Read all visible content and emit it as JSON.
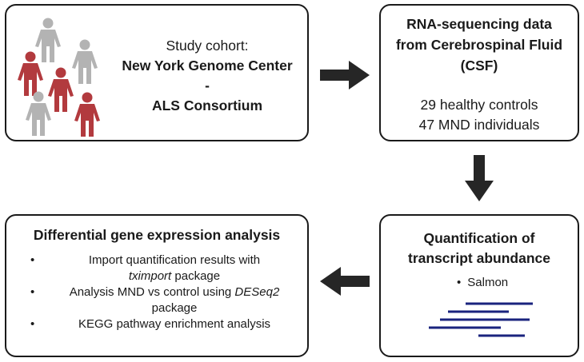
{
  "cohort": {
    "line1": "Study cohort:",
    "line2": "New York Genome Center",
    "line3": "-",
    "line4": "ALS Consortium"
  },
  "rna": {
    "title_lines": [
      "RNA-sequencing data",
      "from Cerebrospinal Fluid",
      "(CSF)"
    ],
    "count_lines": [
      "29 healthy controls",
      "47 MND individuals"
    ]
  },
  "quantification": {
    "title_lines": [
      "Quantification of",
      "transcript abundance"
    ],
    "bullet": "Salmon"
  },
  "dge": {
    "title": "Differential gene expression analysis",
    "item1_a": "Import quantification results with",
    "item1_italic": "tximport",
    "item1_b": " package",
    "item2_a": "Analysis MND vs control using ",
    "item2_italic": "DESeq2",
    "item2_b": "package",
    "item3": "KEGG pathway enrichment analysis"
  },
  "colors": {
    "person_gray": "#b3b3b3",
    "person_red": "#b23a3e",
    "arrow": "#262626",
    "reads": "#1a237e"
  },
  "icons": [
    "person-icon",
    "arrow-right-icon",
    "arrow-down-icon",
    "arrow-left-icon",
    "sequencing-reads-icon"
  ]
}
